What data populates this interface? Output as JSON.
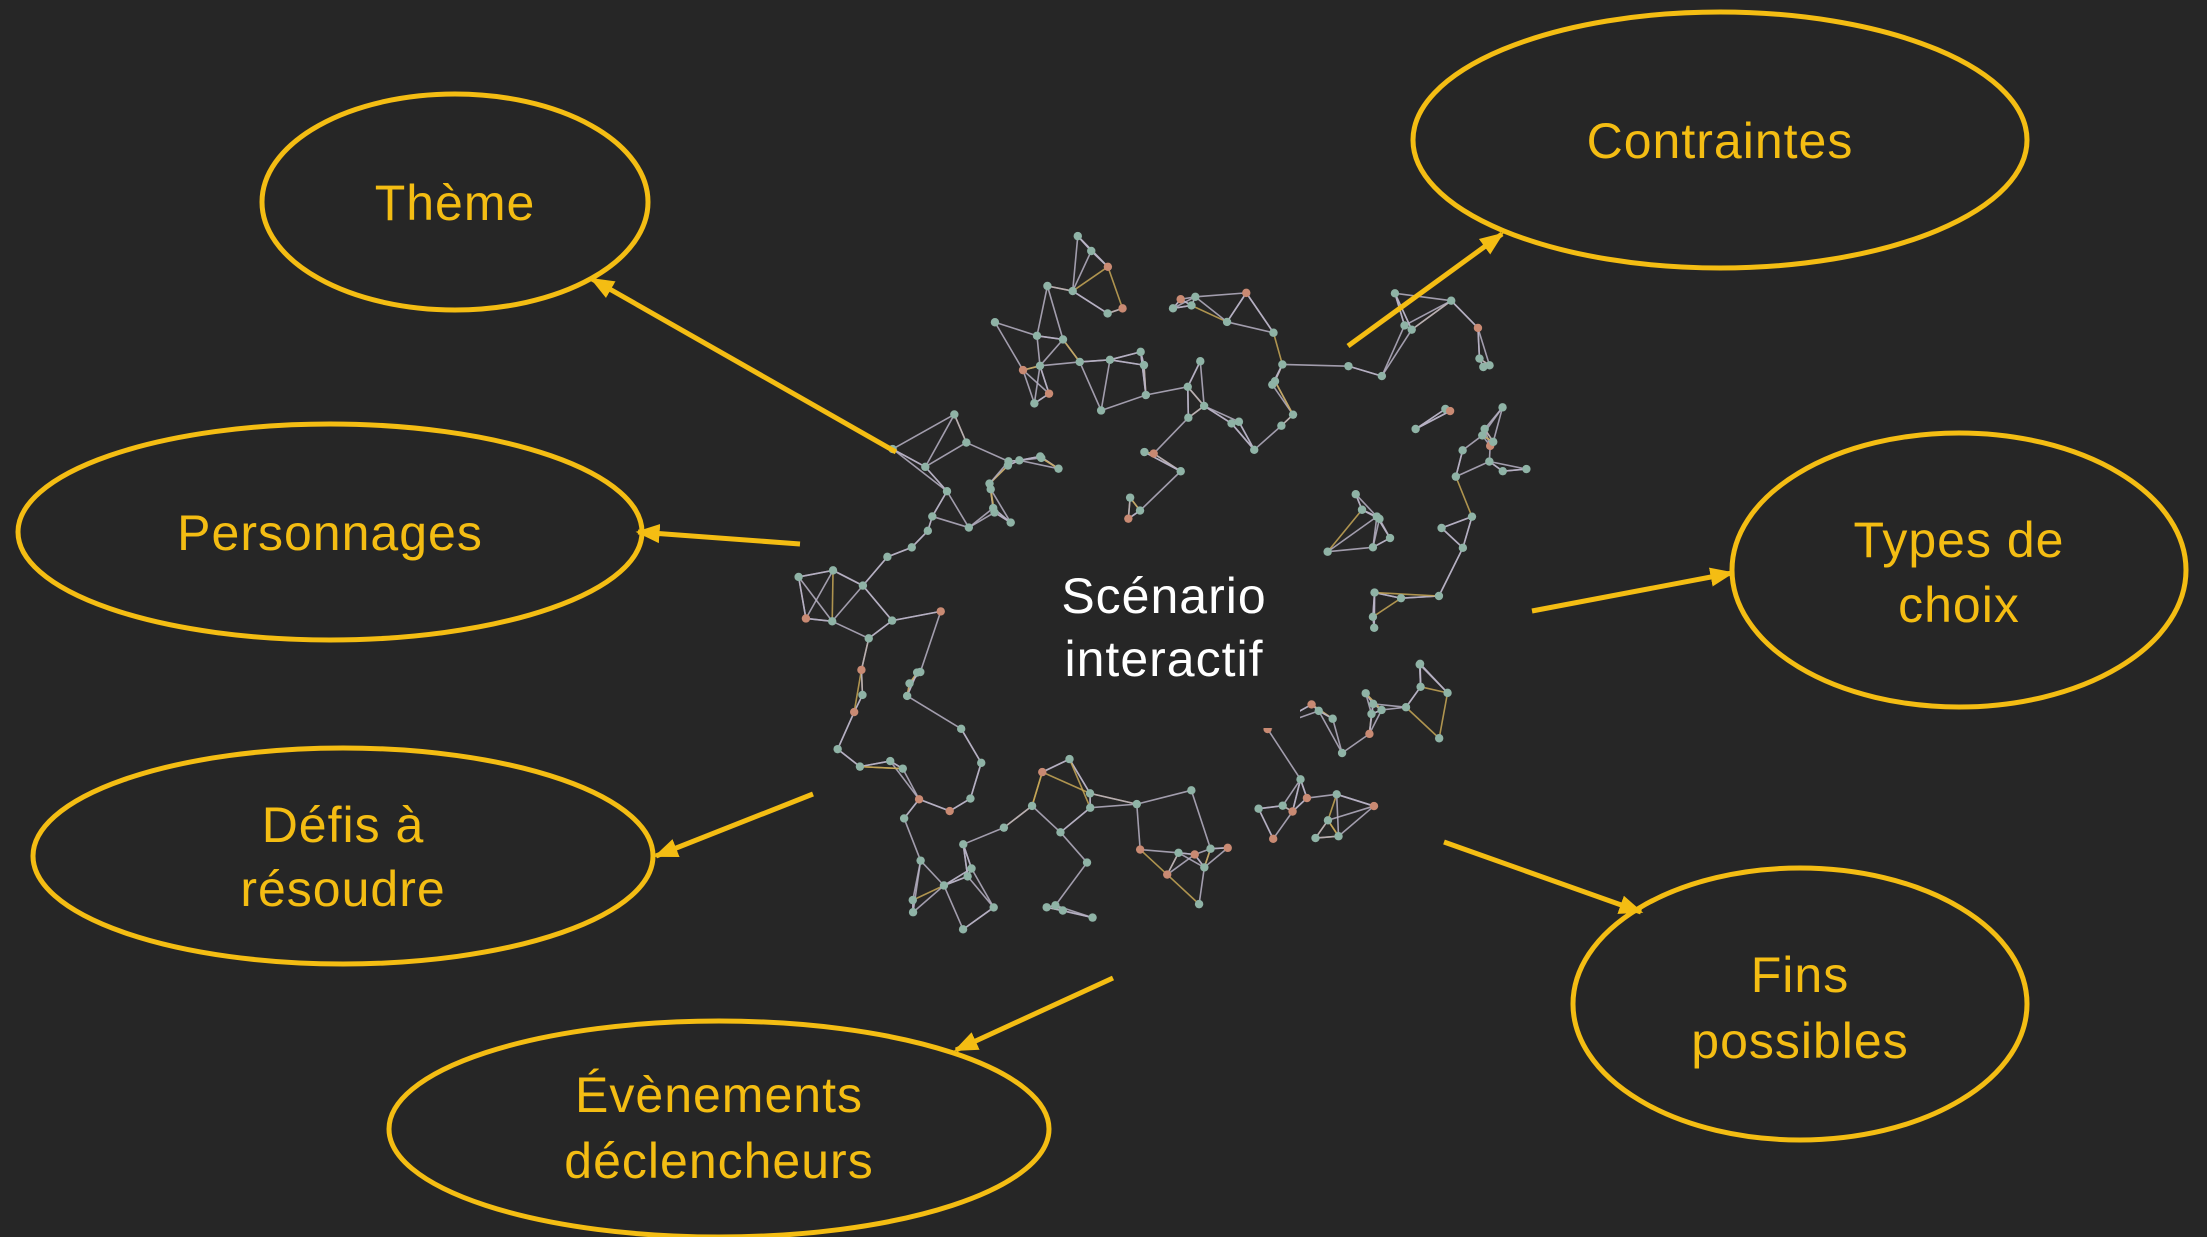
{
  "center": {
    "line1": "Scénario",
    "line2": "interactif"
  },
  "nodes": {
    "theme": {
      "line1": "Thème"
    },
    "contraintes": {
      "line1": "Contraintes"
    },
    "personnages": {
      "line1": "Personnages"
    },
    "types": {
      "line1": "Types de",
      "line2": "choix"
    },
    "defis": {
      "line1": "Défis à",
      "line2": "résoudre"
    },
    "fins": {
      "line1": "Fins",
      "line2": "possibles"
    },
    "evenements": {
      "line1": "Évènements",
      "line2": "déclencheurs"
    }
  },
  "colors": {
    "background": "#262626",
    "accent": "#f4bd13",
    "network_edge": "#b9b3c6",
    "network_edge_highlight": "#c8a857",
    "network_node": "#8fb3a6",
    "network_node_highlight": "#c98a73"
  }
}
